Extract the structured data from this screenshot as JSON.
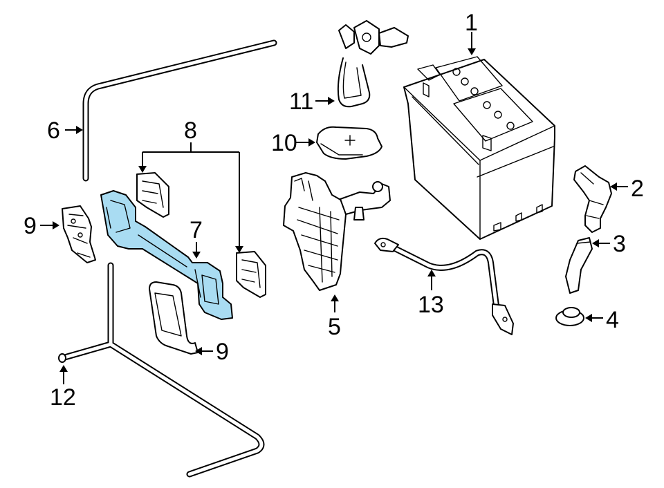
{
  "colors": {
    "line": "#000000",
    "highlight": "#a9dcf2",
    "background": "#ffffff"
  },
  "callouts": {
    "c1": "1",
    "c2": "2",
    "c3": "3",
    "c4": "4",
    "c5": "5",
    "c6": "6",
    "c7": "7",
    "c8": "8",
    "c9a": "9",
    "c9b": "9",
    "c10": "10",
    "c11": "11",
    "c12": "12",
    "c13": "13"
  }
}
